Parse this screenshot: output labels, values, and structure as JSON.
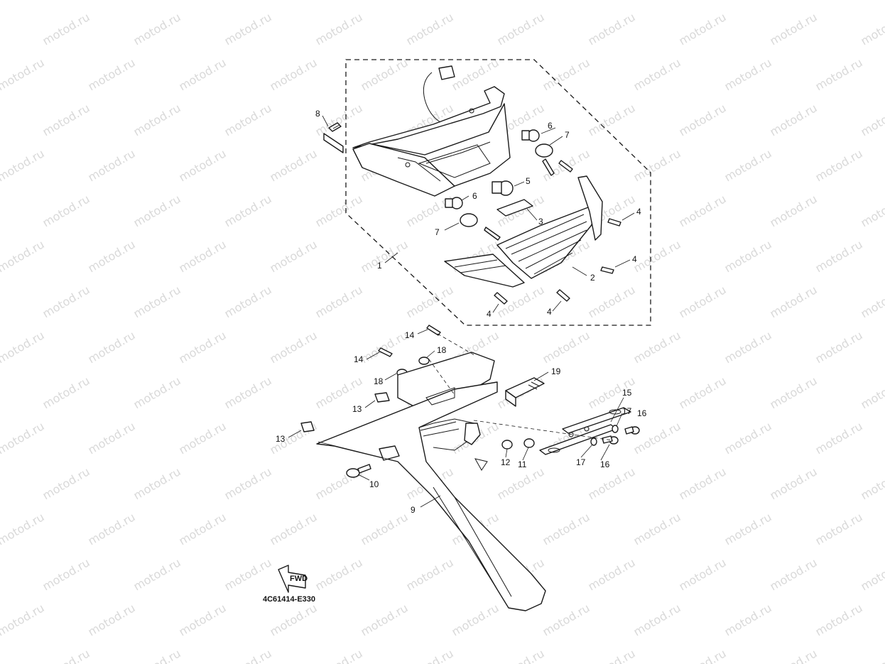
{
  "watermark": {
    "text": "motod.ru"
  },
  "diagram_code": "4C61414-E330",
  "fwd_label": "FWD",
  "callouts": {
    "c1": "1",
    "c2": "2",
    "c3": "3",
    "c4a": "4",
    "c4b": "4",
    "c4c": "4",
    "c4d": "4",
    "c5": "5",
    "c6a": "6",
    "c6b": "6",
    "c7a": "7",
    "c7b": "7",
    "c8": "8",
    "c9": "9",
    "c10": "10",
    "c11": "11",
    "c12": "12",
    "c13a": "13",
    "c13b": "13",
    "c14a": "14",
    "c14b": "14",
    "c15": "15",
    "c16a": "16",
    "c16b": "16",
    "c17a": "17",
    "c17b": "17",
    "c18a": "18",
    "c18b": "18",
    "c19": "19"
  }
}
